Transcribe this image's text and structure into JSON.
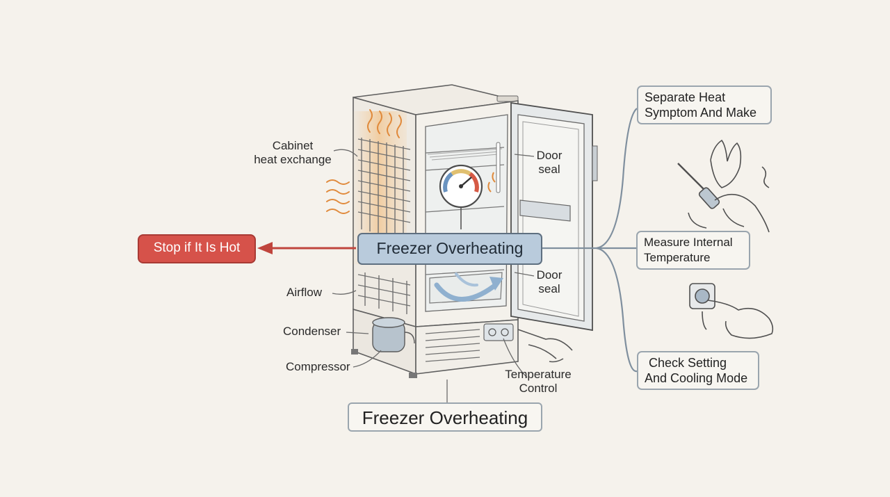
{
  "diagram": {
    "center_label": "Freezer Overheating",
    "footer_title": "Freezer Overheating",
    "warning_label": "Stop if It Is Hot",
    "part_labels": {
      "cabinet_line1": "Cabinet",
      "cabinet_line2": "heat exchange",
      "airflow": "Airflow",
      "condenser": "Condenser",
      "compressor": "Compressor",
      "door_seal_top_line1": "Door",
      "door_seal_top_line2": "seal",
      "door_seal_bottom_line1": "Door",
      "door_seal_bottom_line2": "seal",
      "temp_control_line1": "Temperature",
      "temp_control_line2": "Control"
    },
    "steps": [
      {
        "line1": "Separate Heat",
        "line2": "Symptom And Make"
      },
      {
        "line1": "Measure Internal",
        "line2": "Temperature"
      },
      {
        "line1": "Check Setting",
        "line2": "And Cooling Mode"
      }
    ]
  },
  "colors": {
    "background": "#f5f2ec",
    "warning_red": "#d6524a",
    "center_blue": "#b9cbdc",
    "line_gray_blue": "#7f8f9e",
    "heat_orange": "#e8a75a"
  },
  "icons": [
    "heat-waves-icon",
    "thermometer-gauge-icon",
    "airflow-arrow-icon",
    "probe-thermometer-hand-icon",
    "dial-finger-icon",
    "pointing-hand-icon"
  ]
}
